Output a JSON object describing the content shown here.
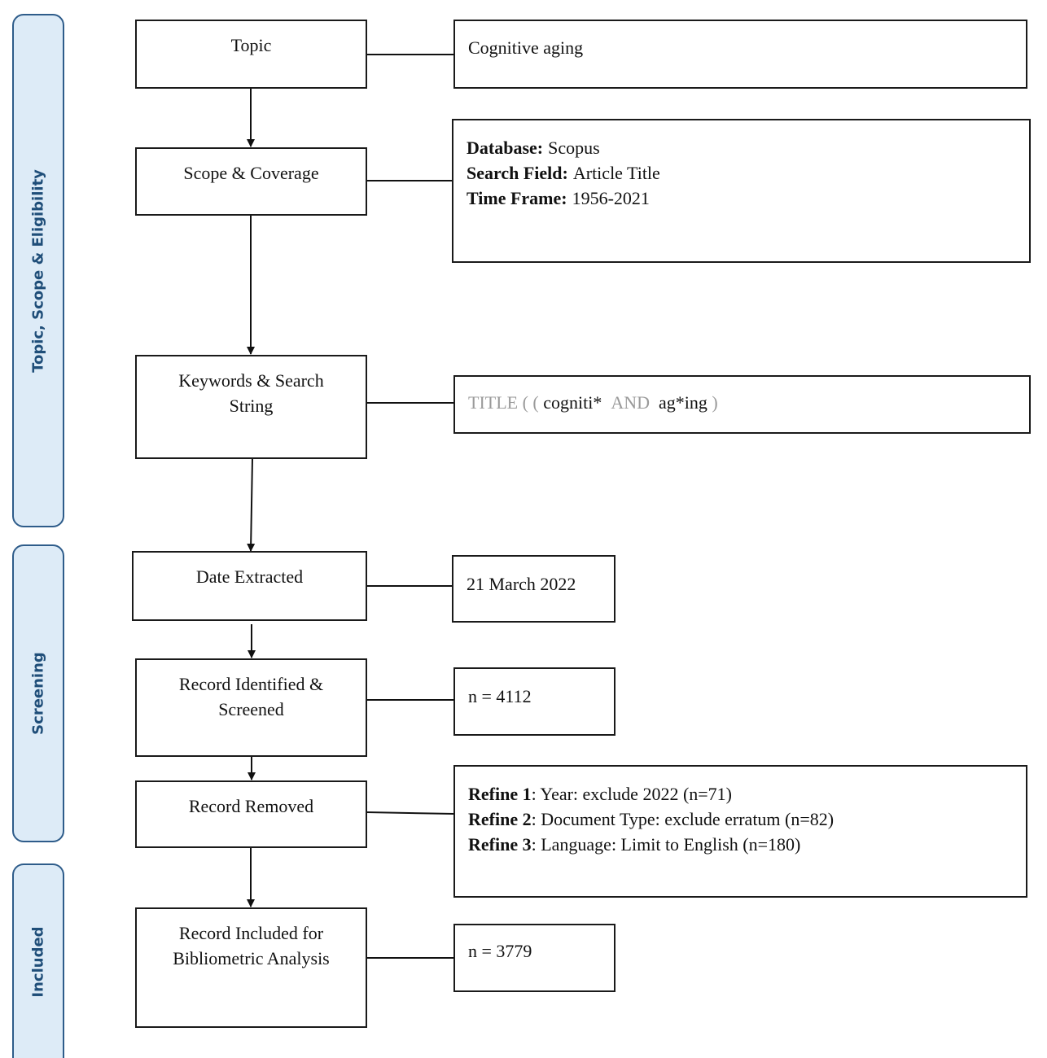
{
  "phases": [
    {
      "label": "Topic, Scope & Eligibility"
    },
    {
      "label": "Screening"
    },
    {
      "label": "Included"
    }
  ],
  "steps": {
    "topic": "Topic",
    "scope": "Scope & Coverage",
    "keywords": [
      "Keywords & Search",
      "String"
    ],
    "date_extracted": "Date Extracted",
    "record_identified": [
      "Record Identified &",
      "Screened"
    ],
    "record_removed": "Record Removed",
    "record_included": [
      "Record Included for",
      "Bibliometric  Analysis"
    ]
  },
  "details": {
    "topic_value": "Cognitive aging",
    "scope": [
      {
        "label": "Database:",
        "value": "Scopus"
      },
      {
        "label": "Search Field:",
        "value": "Article  Title"
      },
      {
        "label": "Time Frame:",
        "value": "1956-2021"
      }
    ],
    "search_string": {
      "prefix": "TITLE",
      "open": "( (",
      "term1": "cogniti*",
      "operator": "AND",
      "term2": "ag*ing",
      "close": ")"
    },
    "date_value": "21  March 2022",
    "identified_count": "n = 4112",
    "refinements": [
      {
        "label": "Refine 1",
        "text": ": Year:  exclude  2022  (n=71)"
      },
      {
        "label": "Refine 2",
        "text": ": Document Type: exclude  erratum  (n=82)"
      },
      {
        "label": "Refine 3",
        "text": ": Language:  Limit   to English  (n=180)"
      }
    ],
    "included_count": "n = 3779"
  },
  "colors": {
    "phase_fill": "#ddebf7",
    "phase_border": "#2e5c8a",
    "phase_text": "#1f4e79",
    "box_border": "#1a1a1a",
    "muted_text": "#9a9a9a"
  }
}
